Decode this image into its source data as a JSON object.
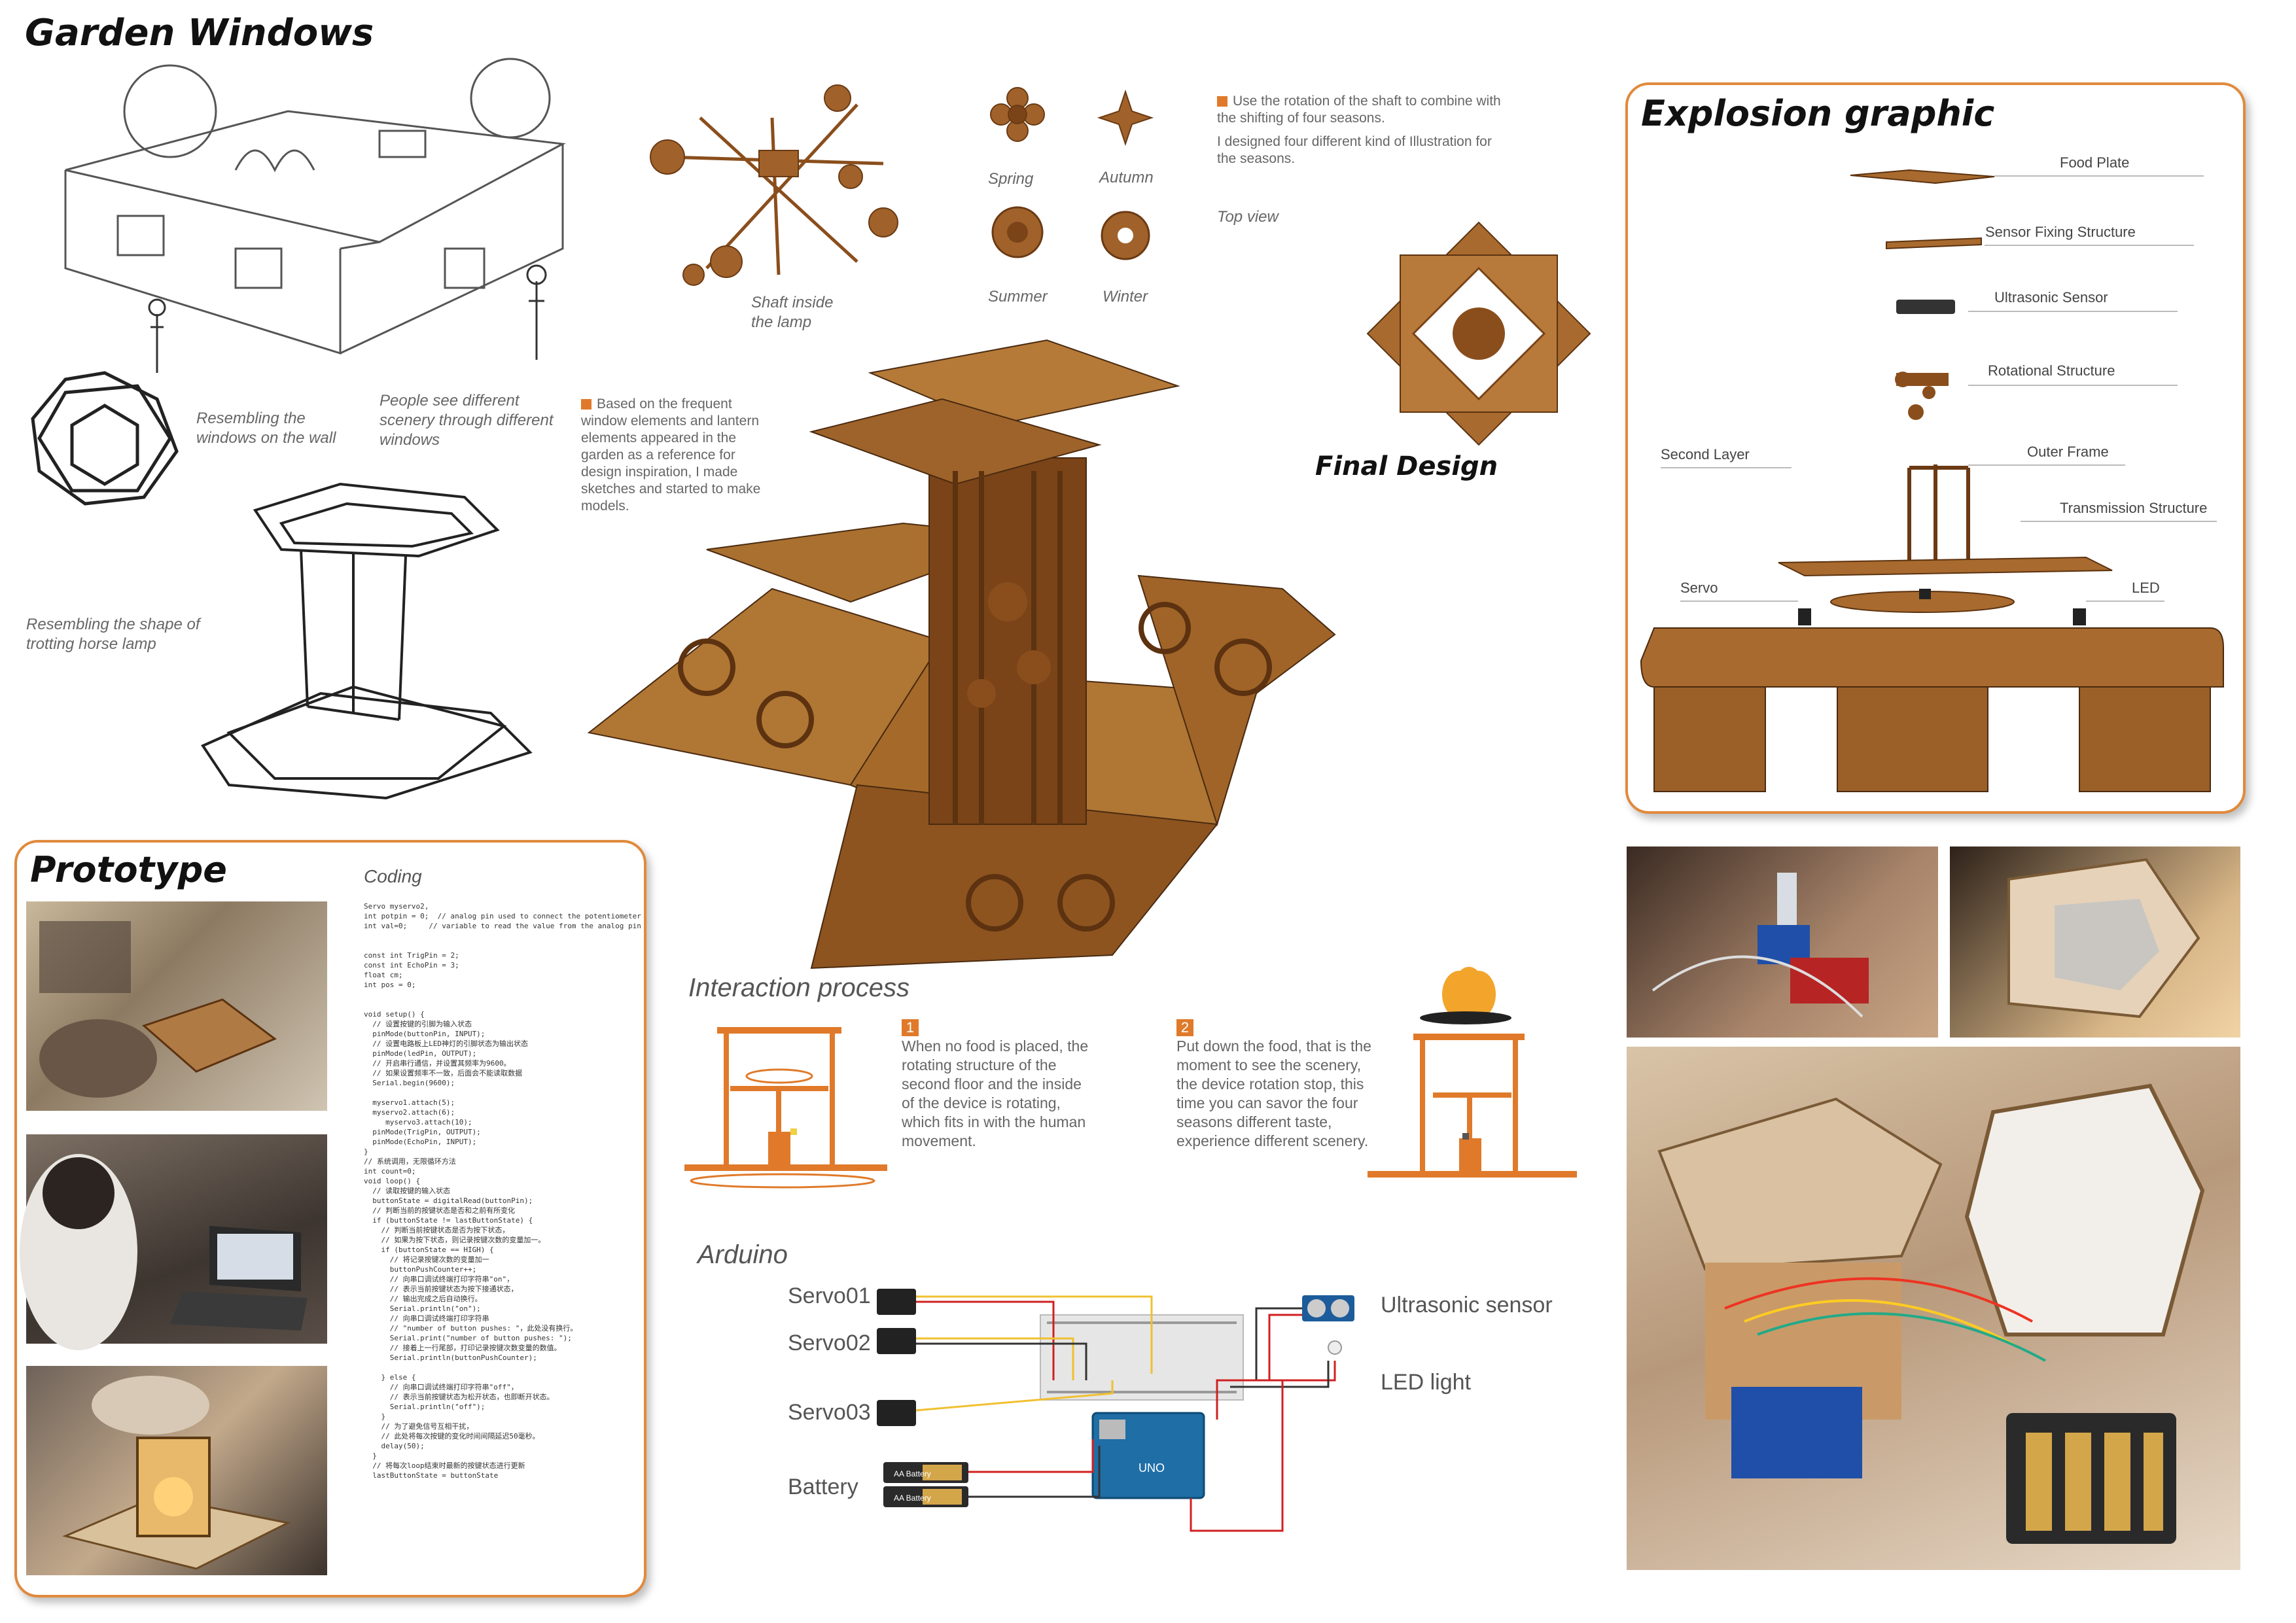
{
  "title": "Garden Windows",
  "sketch_labels": {
    "windows": "Resembling the windows on the wall",
    "scenery": "People see different scenery through different windows",
    "lamp": "Resembling the shape of trotting horse lamp",
    "inspiration": "Based on the frequent window elements and lantern elements appeared in the garden as a reference for design inspiration, I made sketches and started to make models."
  },
  "shaft_label": "Shaft inside the lamp",
  "seasons": [
    "Spring",
    "Autumn",
    "Summer",
    "Winter"
  ],
  "season_notes": {
    "line1": "Use the rotation of the shaft to combine with the shifting of four seasons.",
    "line2": "I designed four different kind of Illustration for the seasons."
  },
  "top_view": "Top view",
  "final_design": "Final Design",
  "explosion": {
    "title": "Explosion graphic",
    "labels": {
      "food_plate": "Food Plate",
      "sensor_fixing": "Sensor Fixing Structure",
      "ultrasonic": "Ultrasonic Sensor",
      "rotational": "Rotational Structure",
      "second_layer": "Second Layer",
      "outer_frame": "Outer Frame",
      "transmission": "Transmission Structure",
      "servo": "Servo",
      "led": "LED"
    }
  },
  "prototype": {
    "title": "Prototype",
    "coding_label": "Coding",
    "code_lines": [
      "Servo myservo2,",
      "int potpin = 0;  // analog pin used to connect the potentiometer",
      "int val=0;     // variable to read the value from the analog pin",
      "",
      "",
      "const int TrigPin = 2;",
      "const int EchoPin = 3;",
      "float cm;",
      "int pos = 0;",
      "",
      "",
      "void setup() {",
      "  // 设置按键的引脚为输入状态",
      "  pinMode(buttonPin, INPUT);",
      "  // 设置电路板上LED神灯的引脚状态为输出状态",
      "  pinMode(ledPin, OUTPUT);",
      "  // 开启串行通信，并设置其频率为9600。",
      "  // 如果设置频率不一致，后面会不能读取数据",
      "  Serial.begin(9600);",
      "",
      "  myservo1.attach(5);",
      "  myservo2.attach(6);",
      "     myservo3.attach(10);",
      "  pinMode(TrigPin, OUTPUT);",
      "  pinMode(EchoPin, INPUT);",
      "}",
      "// 系统调用，无限循环方法",
      "int count=0;",
      "void loop() {",
      "  // 读取按键的输入状态",
      "  buttonState = digitalRead(buttonPin);",
      "  // 判断当前的按键状态是否和之前有所变化",
      "  if (buttonState != lastButtonState) {",
      "    // 判断当前按键状态是否为按下状态，",
      "    // 如果为按下状态，则记录按键次数的变量加一。",
      "    if (buttonState == HIGH) {",
      "      // 将记录按键次数的变量加一",
      "      buttonPushCounter++;",
      "      // 向串口调试终端打印字符串\"on\"，",
      "      // 表示当前按键状态为按下接通状态，",
      "      // 输出完成之后自动换行。",
      "      Serial.println(\"on\");",
      "      // 向串口调试终端打印字符串",
      "      // \"number of button pushes: \"，此处没有换行。",
      "      Serial.print(\"number of button pushes: \");",
      "      // 接着上一行尾部，打印记录按键次数变量的数值。",
      "      Serial.println(buttonPushCounter);",
      "",
      "    } else {",
      "      // 向串口调试终端打印字符串\"off\"，",
      "      // 表示当前按键状态为松开状态，也即断开状态。",
      "      Serial.println(\"off\");",
      "    }",
      "    // 为了避免信号互相干扰，",
      "    // 此处将每次按键的变化时间间隔延迟50毫秒。",
      "    delay(50);",
      "  }",
      "  // 将每次loop结束时最新的按键状态进行更新",
      "  lastButtonState = buttonState"
    ]
  },
  "interaction": {
    "title": "Interaction process",
    "step1": {
      "num": "1",
      "text": "When no food is placed, the rotating structure of the second floor and the inside of the device is rotating, which fits in with the human movement."
    },
    "step2": {
      "num": "2",
      "text": "Put down the food, that is the moment to see the scenery, the device rotation stop, this time you can savor the four seasons different taste, experience different scenery."
    }
  },
  "arduino": {
    "title": "Arduino",
    "labels": {
      "servo01": "Servo01",
      "servo02": "Servo02",
      "servo03": "Servo03",
      "battery": "Battery",
      "ultrasonic": "Ultrasonic sensor",
      "led": "LED light",
      "battery_text_top": "AA Battery",
      "battery_text_bottom": "AA Battery"
    }
  },
  "colors": {
    "accent": "#e07a2a",
    "wood": "#a0622a",
    "wood_dark": "#6b3a14",
    "panel_border": "#e08a3c"
  }
}
